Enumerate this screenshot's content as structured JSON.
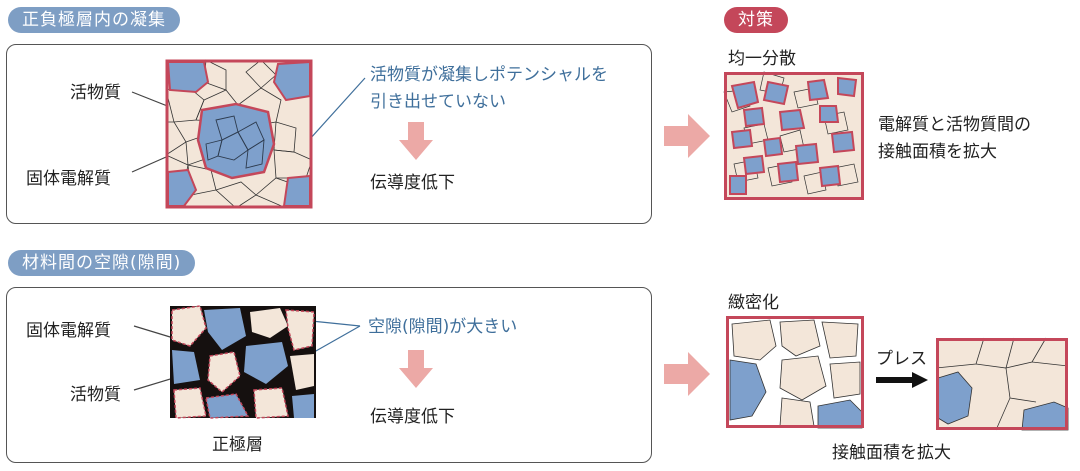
{
  "top": {
    "header": "正負極層内の凝集",
    "label_active": "活物質",
    "label_electrolyte": "固体電解質",
    "callout_line1": "活物質が凝集しポテンシャルを",
    "callout_line2": "引き出せていない",
    "result": "伝導度低下"
  },
  "bottom": {
    "header": "材料間の空隙(隙間)",
    "label_electrolyte": "固体電解質",
    "label_active": "活物質",
    "callout": "空隙(隙間)が大きい",
    "result": "伝導度低下",
    "caption": "正極層"
  },
  "countermeasure": {
    "header": "対策",
    "top_title": "均一分散",
    "top_note_line1": "電解質と活物質間の",
    "top_note_line2": "接触面積を拡大",
    "bottom_title": "緻密化",
    "press_label": "プレス",
    "bottom_note": "接触面積を拡大"
  },
  "colors": {
    "active_blue": "#7ea0cc",
    "electrolyte_beige": "#f3e6d9",
    "frame_red": "#c4475a",
    "arrow_pink": "#eca9a6",
    "header_blue": "#7e9ec4"
  }
}
